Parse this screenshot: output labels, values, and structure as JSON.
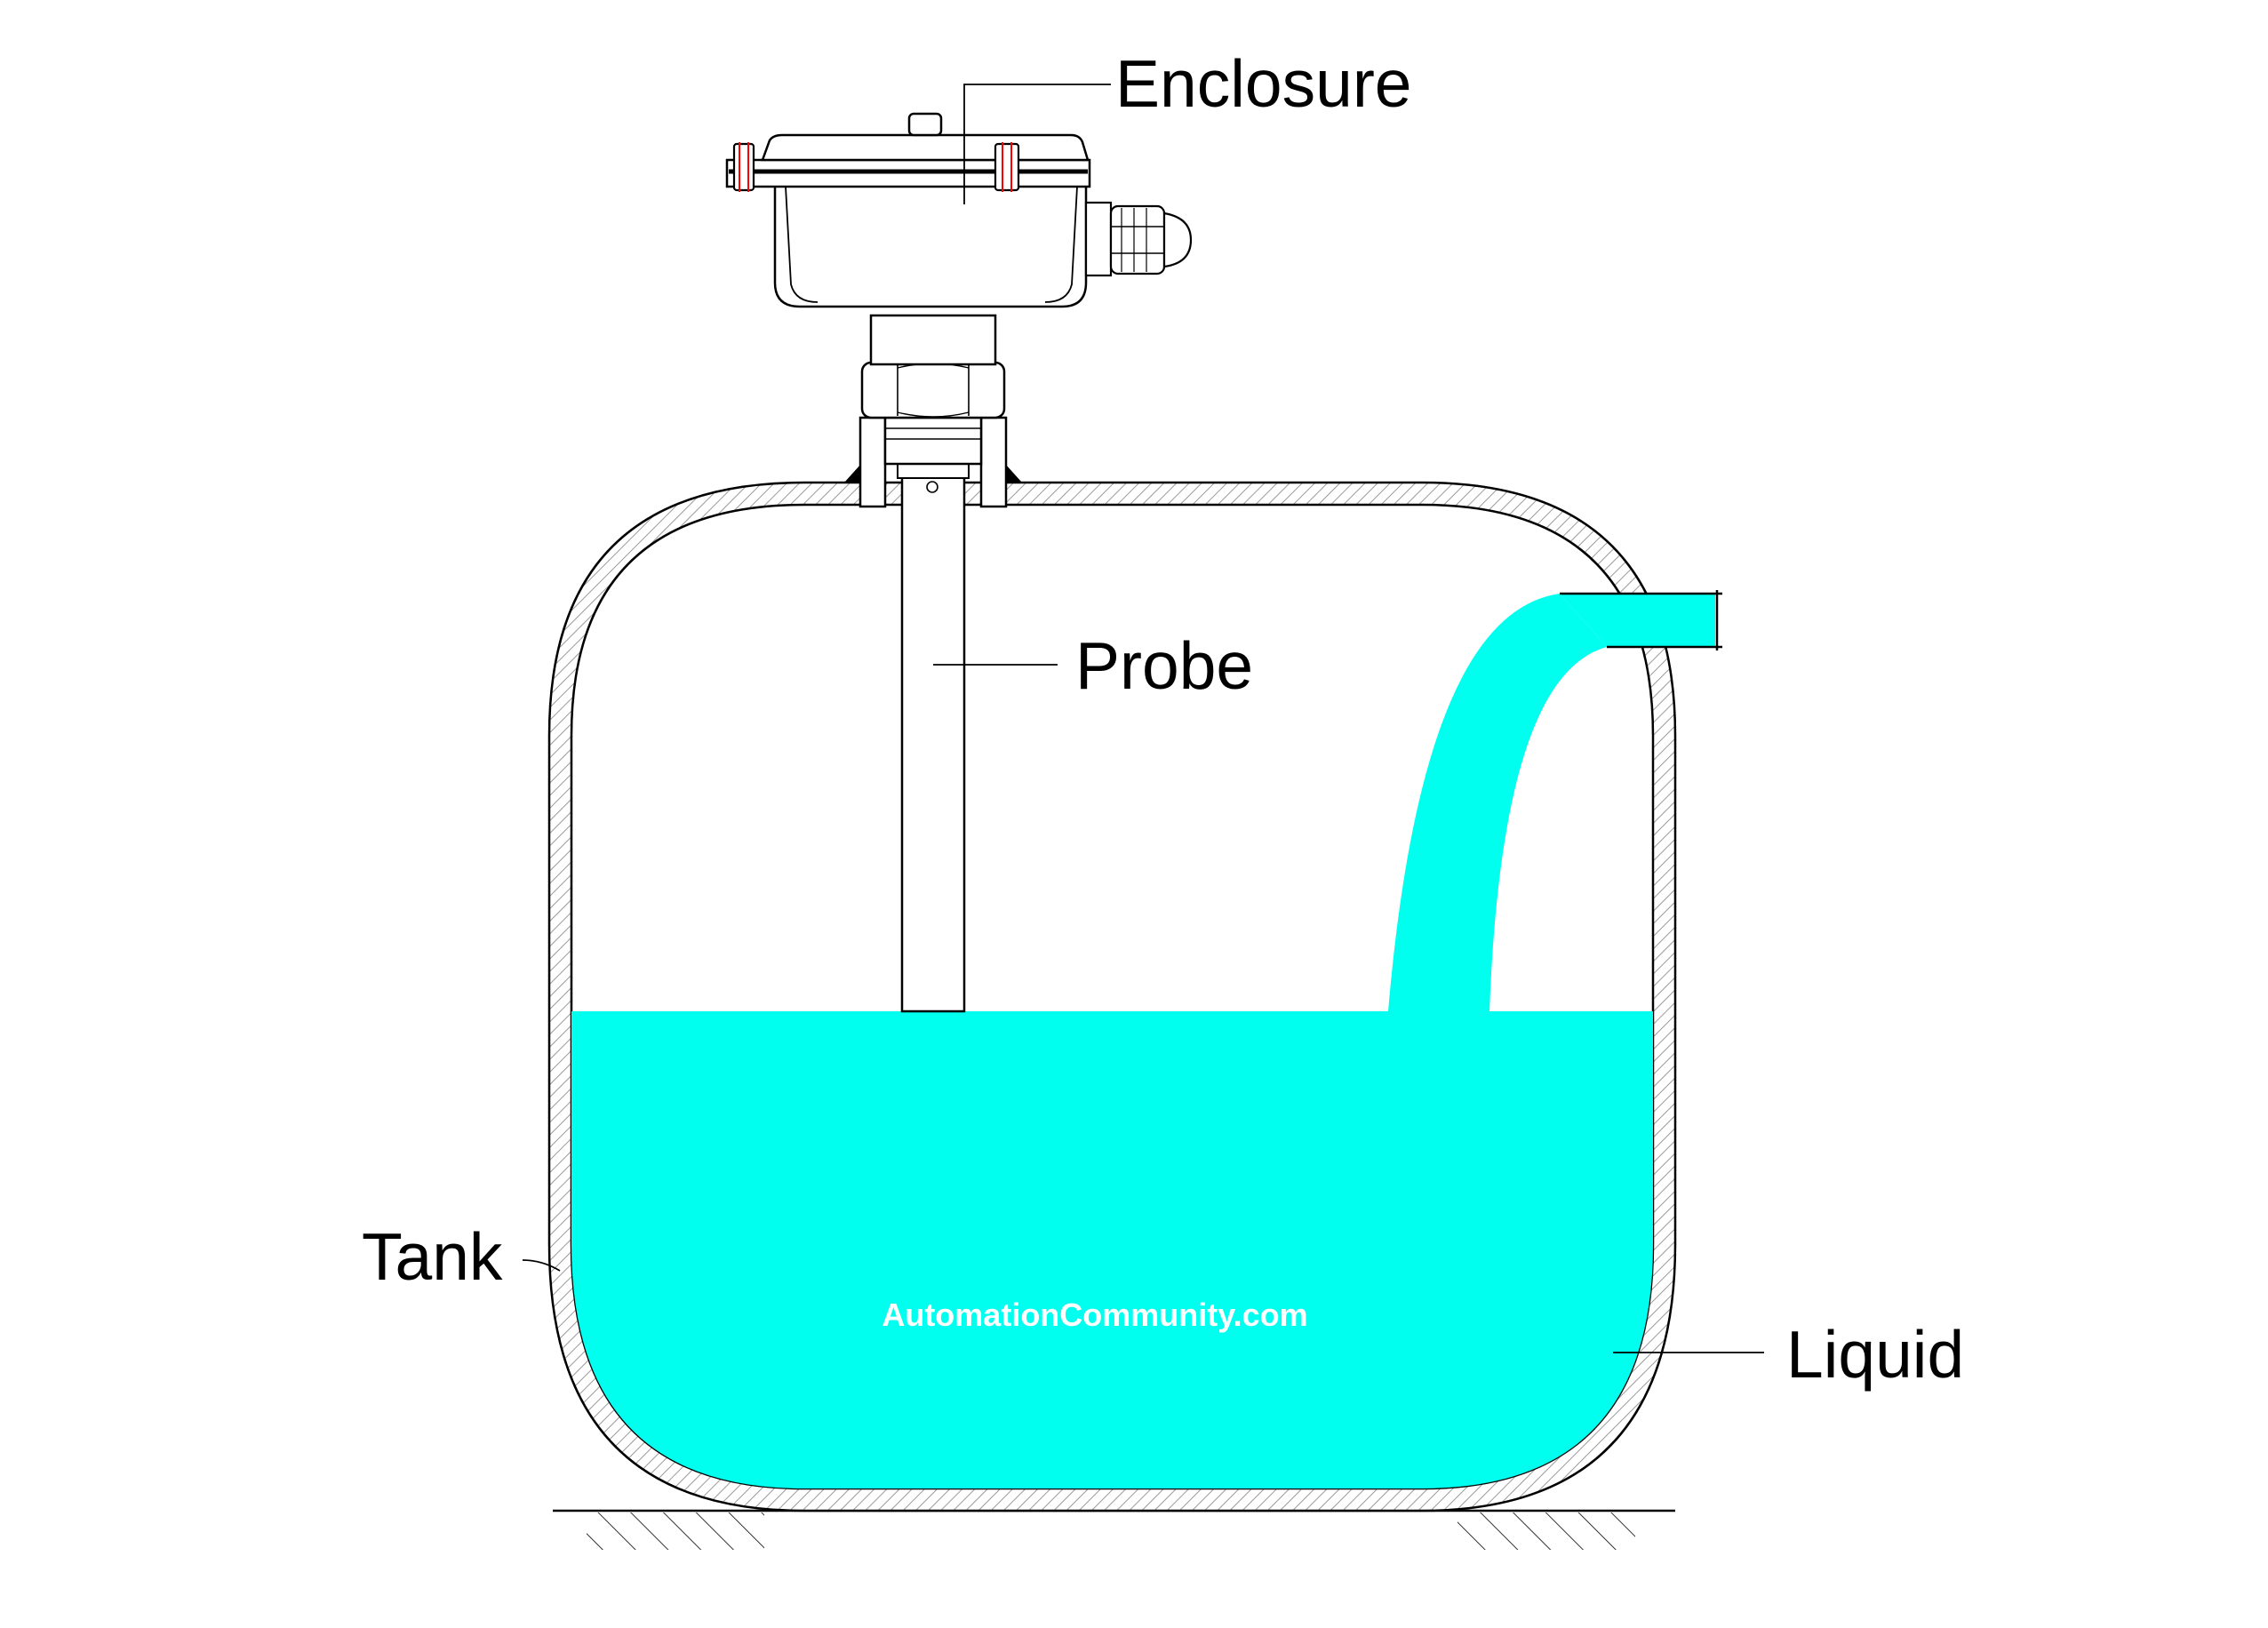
{
  "diagram": {
    "labels": {
      "enclosure": "Enclosure",
      "probe": "Probe",
      "tank": "Tank",
      "liquid": "Liquid"
    },
    "watermark": "AutomationCommunity.com",
    "colors": {
      "liquid": "#00FFEE",
      "line": "#000000",
      "hatch": "#999999",
      "bolt_mark": "#FF0000",
      "watermark_text": "#FFFFFF",
      "background": "#FFFFFF"
    },
    "icons": {
      "enclosure": "junction-box",
      "probe": "level-probe-rod",
      "tank": "pressure-vessel",
      "inlet": "inlet-pipe"
    }
  }
}
